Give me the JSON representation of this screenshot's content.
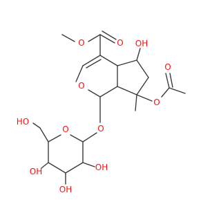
{
  "molecule": {
    "colors": {
      "carbon_bond": "#3a3a3a",
      "oxygen": "#ff0d0d",
      "background": "#ffffff"
    },
    "labels": {
      "ester_o_methoxy": "O",
      "ester_carbonyl_o": "O",
      "hydroxyl_5": "OH",
      "ring_oxygen": "O",
      "glycoside_o": "O",
      "acetate_o": "O",
      "acetate_carbonyl_o": "O",
      "sugar_ring_o": "O",
      "ch2oh": "HO",
      "sugar_oh_2": "OH",
      "sugar_oh_3": "OH",
      "sugar_oh_4": "OH"
    }
  }
}
